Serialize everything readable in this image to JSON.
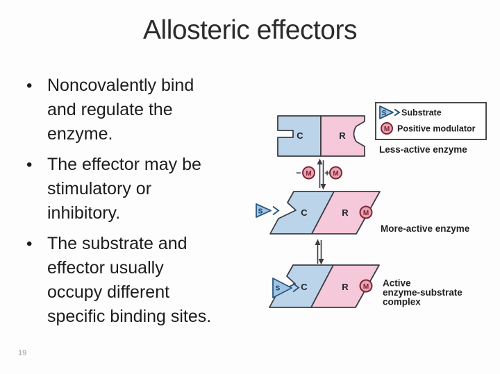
{
  "slide": {
    "title": "Allosteric effectors",
    "page_number": "19",
    "bullet_glyph": "•"
  },
  "bullets": [
    {
      "lines": [
        "Noncovalently bind",
        "and regulate the",
        "enzyme."
      ]
    },
    {
      "lines": [
        "The effector may be",
        "stimulatory or",
        "inhibitory."
      ]
    },
    {
      "lines": [
        "The substrate and",
        "effector usually",
        "occupy different",
        "specific binding sites."
      ]
    }
  ],
  "diagram": {
    "legend": {
      "substrate_symbol": "S",
      "substrate_label": "Substrate",
      "modulator_symbol": "M",
      "modulator_label": "Positive modulator"
    },
    "subunits": {
      "catalytic": "C",
      "regulatory": "R"
    },
    "modulator_minus": "−",
    "modulator_plus": "+",
    "stages": [
      {
        "label": "Less-active enzyme"
      },
      {
        "label": "More-active enzyme"
      },
      {
        "label_lines": [
          "Active",
          "enzyme-substrate",
          "complex"
        ]
      }
    ],
    "colors": {
      "catalytic_fill": "#bcd4e9",
      "regulatory_fill": "#f5c8da",
      "substrate_fill": "#9ec6e3",
      "substrate_stroke": "#2b567f",
      "modulator_fill": "#e8a2b4",
      "modulator_stroke": "#7c2531",
      "outline": "#3c3c44"
    }
  }
}
